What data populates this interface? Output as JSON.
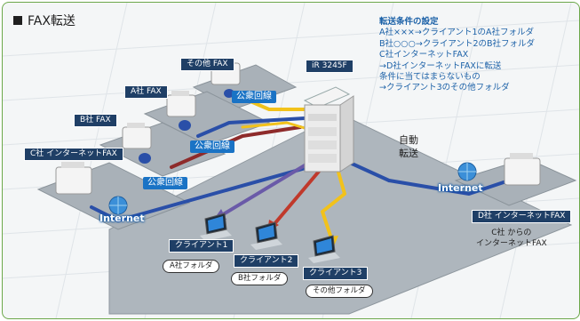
{
  "title": "FAX転送",
  "rules": {
    "heading": "転送条件の設定",
    "lines": [
      "A社×××→クライアント1のA社フォルダ",
      "B社○○○→クライアント2のB社フォルダ",
      "C社インターネットFAX",
      "→D社インターネットFAXに転送",
      "条件に当てはまらないもの",
      "→クライアント3のその他フォルダ"
    ]
  },
  "device_label": "iR 3245F",
  "fax_labels": {
    "other": "その他 FAX",
    "a": "A社 FAX",
    "b": "B社 FAX",
    "c": "C社 インターネットFAX",
    "d": "D社 インターネットFAX"
  },
  "public_line_labels": [
    "公衆回線",
    "公衆回線",
    "公衆回線"
  ],
  "internet_labels": [
    "Internet",
    "Internet"
  ],
  "auto_forward": [
    "自動",
    "転送"
  ],
  "clients": [
    {
      "name": "クライアント1",
      "folder": "A社フォルダ"
    },
    {
      "name": "クライアント2",
      "folder": "B社フォルダ"
    },
    {
      "name": "クライアント3",
      "folder": "その他フォルダ"
    }
  ],
  "d_caption": [
    "C社 からの",
    "インターネットFAX"
  ],
  "colors": {
    "platform": "#a9b1b8",
    "line_blue": "#2a4fa8",
    "line_red": "#c0392b",
    "line_yellow": "#f2c21b",
    "line_purple": "#6a5aa8",
    "label_dark": "#1f3f66",
    "label_blue": "#1a73c5",
    "rules_text": "#1d62a8"
  }
}
